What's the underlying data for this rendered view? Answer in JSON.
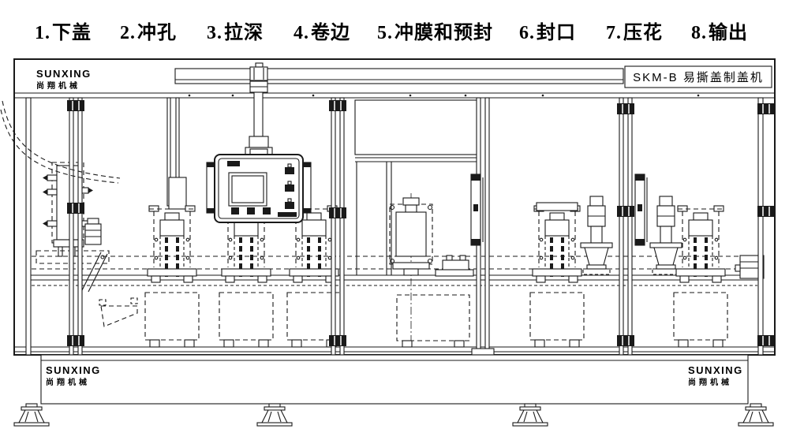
{
  "process_steps": [
    {
      "number": "1.",
      "name": "下盖"
    },
    {
      "number": "2.",
      "name": "冲孔"
    },
    {
      "number": "3.",
      "name": "拉深"
    },
    {
      "number": "4.",
      "name": "卷边"
    },
    {
      "number": "5.",
      "name": "冲膜和预封"
    },
    {
      "number": "6.",
      "name": "封口"
    },
    {
      "number": "7.",
      "name": "压花"
    },
    {
      "number": "8.",
      "name": "输出"
    }
  ],
  "machine": {
    "model_title": "SKM-B 易撕盖制盖机",
    "brand": {
      "latin": "SUNXING",
      "chinese": "尚翔机械"
    }
  },
  "colors": {
    "line": "#1a1a1a",
    "background": "#ffffff"
  }
}
